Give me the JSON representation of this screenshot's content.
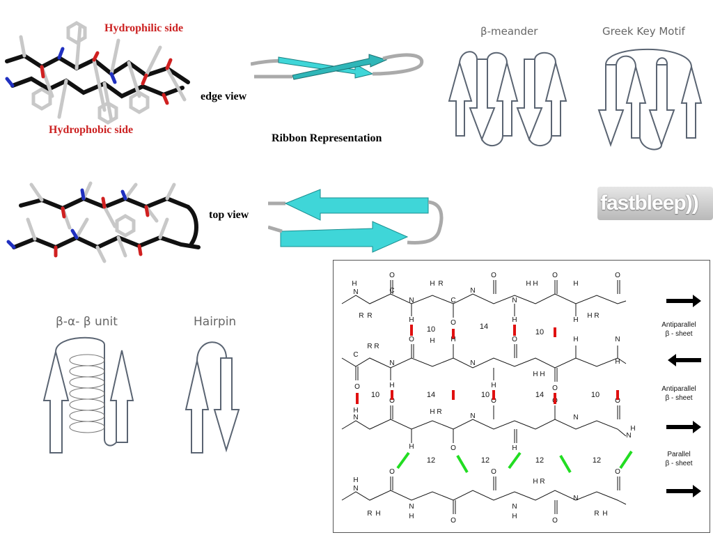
{
  "top_left": {
    "hydrophilic": "Hydrophilic side",
    "hydrophobic": "Hydrophobic side",
    "edge_view": "edge view",
    "top_view": "top view",
    "ribbon": "Ribbon Representation"
  },
  "motifs": {
    "beta_meander": "β-meander",
    "greek_key": "Greek Key Motif",
    "bab_unit": "β-α- β unit",
    "hairpin": "Hairpin"
  },
  "logo": "fastbleep))",
  "sheet_panel": {
    "ring_row1": [
      "10",
      "14",
      "10"
    ],
    "ring_row2": [
      "10",
      "14",
      "10",
      "14",
      "10"
    ],
    "ring_row3": [
      "12",
      "12",
      "12",
      "12"
    ],
    "legend": [
      {
        "line1": "Antiparallel",
        "line2": "β - sheet"
      },
      {
        "line1": "Antiparallel",
        "line2": "β - sheet"
      },
      {
        "line1": "Parallel",
        "line2": "β - sheet"
      }
    ]
  },
  "colors": {
    "label_red": "#cc2222",
    "ribbon_cyan": "#3fd6d8",
    "hbond_red": "#e01010",
    "hbond_green": "#22dd22",
    "arrow_outline": "#5a6472"
  }
}
